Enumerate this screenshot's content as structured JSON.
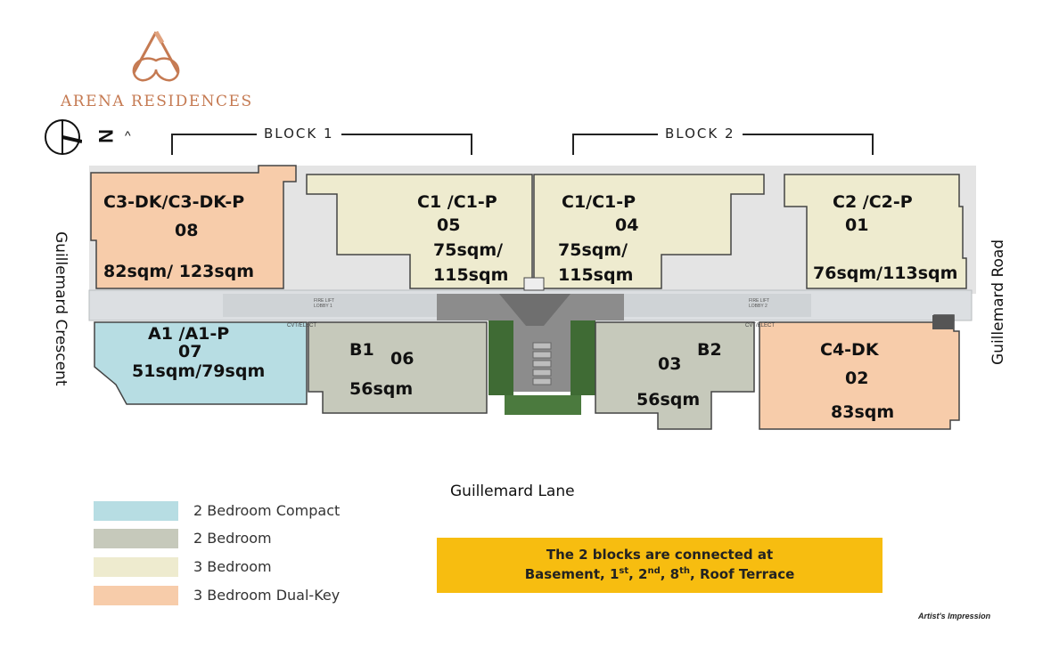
{
  "brand": {
    "name": "ARENA RESIDENCES",
    "color": "#c57a52"
  },
  "compass": {
    "label": "N",
    "arrow": "^"
  },
  "blocks": [
    {
      "label": "BLOCK 1"
    },
    {
      "label": "BLOCK 2"
    }
  ],
  "roads": {
    "left": "Guillemard Crescent",
    "right": "Guillemard Road",
    "bottom": "Guillemard Lane"
  },
  "corridor": {
    "lobby1": "FIRE LIFT LOBBY 1",
    "lobby2": "FIRE LIFT LOBBY 2",
    "elect1": "CVT/ELECT",
    "elect2": "CVT/ELECT"
  },
  "units": [
    {
      "id": "08",
      "type": "C3-DK/C3-DK-P",
      "area": "82sqm/ 123sqm",
      "category": "3 Bedroom Dual-Key"
    },
    {
      "id": "05",
      "type": "C1 /C1-P",
      "area_line1": "75sqm/",
      "area_line2": "115sqm",
      "category": "3 Bedroom"
    },
    {
      "id": "04",
      "type": "C1/C1-P",
      "area_line1": "75sqm/",
      "area_line2": "115sqm",
      "category": "3 Bedroom"
    },
    {
      "id": "01",
      "type": "C2 /C2-P",
      "area": "76sqm/113sqm",
      "category": "3 Bedroom"
    },
    {
      "id": "07",
      "type": "A1 /A1-P",
      "area": "51sqm/79sqm",
      "category": "2 Bedroom Compact"
    },
    {
      "id": "06",
      "type": "B1",
      "area": "56sqm",
      "category": "2 Bedroom"
    },
    {
      "id": "03",
      "type": "B2",
      "area": "56sqm",
      "category": "2 Bedroom"
    },
    {
      "id": "02",
      "type": "C4-DK",
      "area": "83sqm",
      "category": "3 Bedroom Dual-Key"
    }
  ],
  "legend": [
    {
      "label": "2 Bedroom Compact",
      "color": "#b7dde3"
    },
    {
      "label": "2 Bedroom",
      "color": "#c6c9bb"
    },
    {
      "label": "3 Bedroom",
      "color": "#eeebcf"
    },
    {
      "label": "3 Bedroom Dual-Key",
      "color": "#f7ccaa"
    }
  ],
  "note": {
    "line1": "The 2 blocks are connected at",
    "line2_prefix": "Basement, 1",
    "sup1": "st",
    "sep1": ", 2",
    "sup2": "nd",
    "sep2": ", 8",
    "sup3": "th",
    "line2_suffix": ", Roof Terrace",
    "bg": "#f7bd10"
  },
  "footer": "Artist's Impression",
  "colors": {
    "compact": "#b7dde3",
    "two_bed": "#c6c9bb",
    "three_bed": "#eeebcf",
    "dual_key": "#f7ccaa",
    "corridor": "#dcdfe2",
    "court": "#8c8c8c",
    "green": "#3f6b34"
  }
}
